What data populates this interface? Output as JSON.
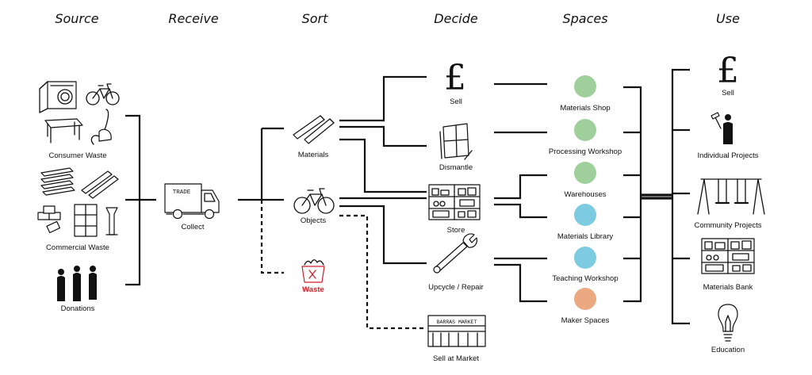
{
  "headers": {
    "source": "Source",
    "receive": "Receive",
    "sort": "Sort",
    "decide": "Decide",
    "spaces": "Spaces",
    "use": "Use"
  },
  "source": {
    "consumer": "Consumer Waste",
    "commercial": "Commercial Waste",
    "donations": "Donations"
  },
  "receive": {
    "collect": "Collect",
    "van_text": "TRADE"
  },
  "sort": {
    "materials": "Materials",
    "objects": "Objects",
    "waste": "Waste"
  },
  "decide": {
    "sell": "Sell",
    "dismantle": "Dismantle",
    "store": "Store",
    "upcycle": "Upcycle / Repair",
    "market": "Sell at Market",
    "pound_glyph": "£",
    "market_sign": "BARRAS MARKET"
  },
  "spaces": [
    {
      "label": "Materials Shop",
      "color": "#9fd09c"
    },
    {
      "label": "Processing Workshop",
      "color": "#9fd09c"
    },
    {
      "label": "Warehouses",
      "color": "#9fd09c"
    },
    {
      "label": "Materials Library",
      "color": "#7ccbe0"
    },
    {
      "label": "Teaching Workshop",
      "color": "#7ccbe0"
    },
    {
      "label": "Maker Spaces",
      "color": "#eaa981"
    }
  ],
  "use": {
    "sell": "Sell",
    "individual": "Individual Projects",
    "community": "Community Projects",
    "bank": "Materials Bank",
    "education": "Education",
    "pound_glyph": "£"
  }
}
